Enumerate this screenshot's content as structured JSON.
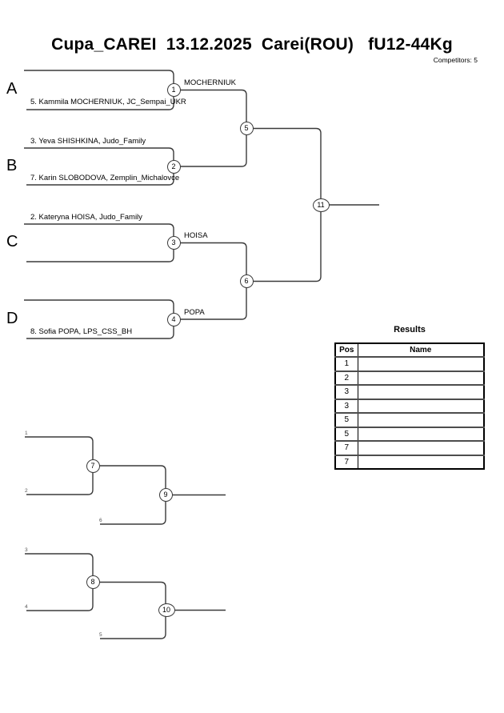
{
  "header": {
    "title": "Cupa_CAREI  13.12.2025  Carei(ROU)   fU12-44Kg",
    "competitors": "Competitors: 5"
  },
  "main_bracket": {
    "groups": [
      {
        "letter": "A"
      },
      {
        "letter": "B"
      },
      {
        "letter": "C"
      },
      {
        "letter": "D"
      }
    ],
    "competitors": [
      {
        "label": "5. Kammila MOCHERNIUK, JC_Sempai_UKR"
      },
      {
        "label": "3. Yeva SHISHKINA, Judo_Family"
      },
      {
        "label": "7. Karin SLOBODOVA, Zemplin_Michalovce"
      },
      {
        "label": "2. Kateryna HOISA, Judo_Family"
      },
      {
        "label": "8. Sofia POPA, LPS_CSS_BH"
      }
    ],
    "winner_labels": [
      {
        "name": "MOCHERNIUK"
      },
      {
        "name": "HOISA"
      },
      {
        "name": "POPA"
      }
    ],
    "match_numbers": {
      "m1": "1",
      "m2": "2",
      "m3": "3",
      "m4": "4",
      "m5": "5",
      "m6": "6",
      "m11": "11"
    }
  },
  "repechage": {
    "match_numbers": {
      "m7": "7",
      "m8": "8",
      "m9": "9",
      "m10": "10"
    },
    "feeder_refs": {
      "r1_top": "1",
      "r1_bottom": "2",
      "r1_in": "6",
      "r2_top": "3",
      "r2_bottom": "4",
      "r2_in": "5"
    }
  },
  "results": {
    "title": "Results",
    "headers": [
      "Pos",
      "Name"
    ],
    "rows": [
      {
        "pos": "1",
        "name": ""
      },
      {
        "pos": "2",
        "name": ""
      },
      {
        "pos": "3",
        "name": ""
      },
      {
        "pos": "3",
        "name": ""
      },
      {
        "pos": "5",
        "name": ""
      },
      {
        "pos": "5",
        "name": ""
      },
      {
        "pos": "7",
        "name": ""
      },
      {
        "pos": "7",
        "name": ""
      }
    ]
  }
}
